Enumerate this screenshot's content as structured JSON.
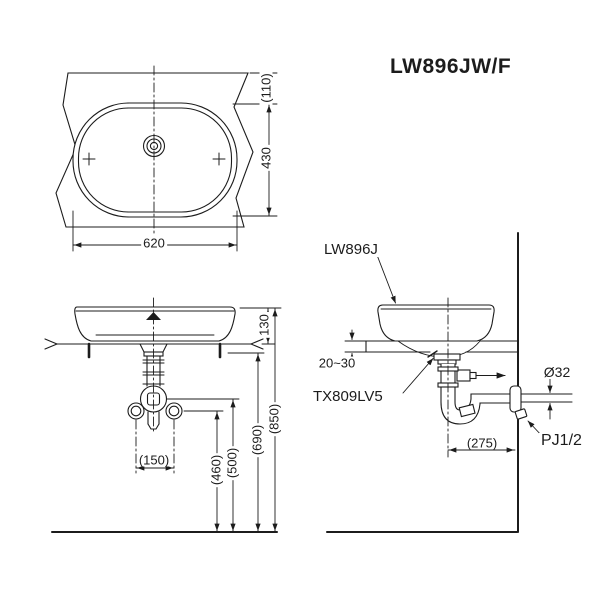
{
  "title": "LW896JW/F",
  "top_view": {
    "dim_width": "620",
    "dim_depth": "430",
    "dim_back_offset": "(110)"
  },
  "front_view": {
    "dim_rim_height": "130",
    "dim_total_height": "(850)",
    "dim_counter_underside": "(690)",
    "dim_trap_center": "(500)",
    "dim_supply_height": "(460)",
    "dim_supply_spacing": "(150)"
  },
  "side_view": {
    "label_basin": "LW896J",
    "label_drain_fitting": "TX809LV5",
    "dim_counter_thickness": "20~30",
    "dim_pipe_diameter": "Ø32",
    "label_wall_joint": "PJ1/2",
    "dim_wall_distance": "(275)"
  }
}
